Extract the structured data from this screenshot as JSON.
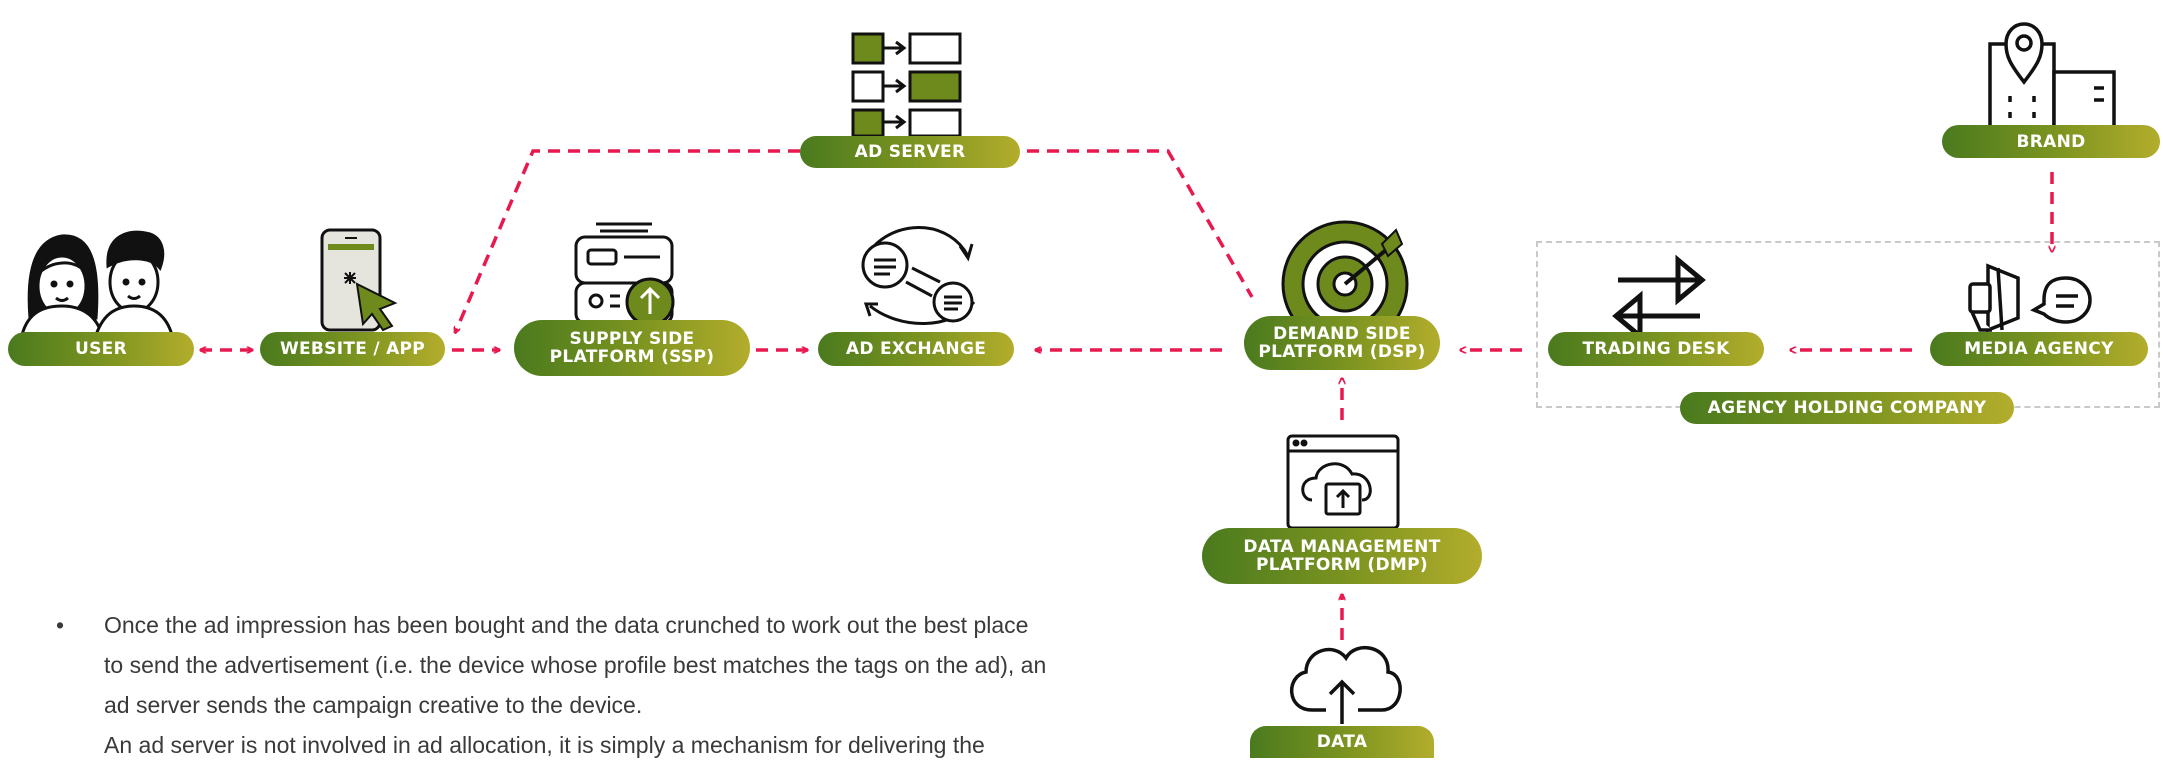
{
  "nodes": {
    "user": "USER",
    "website": "WEBSITE / APP",
    "ssp": "SUPPLY SIDE PLATFORM (SSP)",
    "ad_server": "AD SERVER",
    "ad_exchange": "AD EXCHANGE",
    "dsp": "DEMAND SIDE PLATFORM (DSP)",
    "dmp": "DATA MANAGEMENT PLATFORM (DMP)",
    "data": "DATA",
    "trading_desk": "TRADING DESK",
    "media_agency": "MEDIA AGENCY",
    "brand": "BRAND",
    "agency_holding": "AGENCY HOLDING COMPANY"
  },
  "bullets": [
    "Once the ad impression has been bought and the data crunched to work out the best place to send the advertisement (i.e. the device whose profile best matches the tags on the ad), an ad server sends the campaign creative to the device.",
    "An ad server is not involved in ad allocation, it is simply a mechanism for delivering the"
  ],
  "bullet_symbol": "•",
  "colors": {
    "arrow": "#e8194f",
    "pill_start": "#4a7a1e",
    "pill_end": "#b3ad2c",
    "icon_olive": "#6e8a1d",
    "icon_stroke": "#111111",
    "dashed_box": "#c9c9c9"
  }
}
